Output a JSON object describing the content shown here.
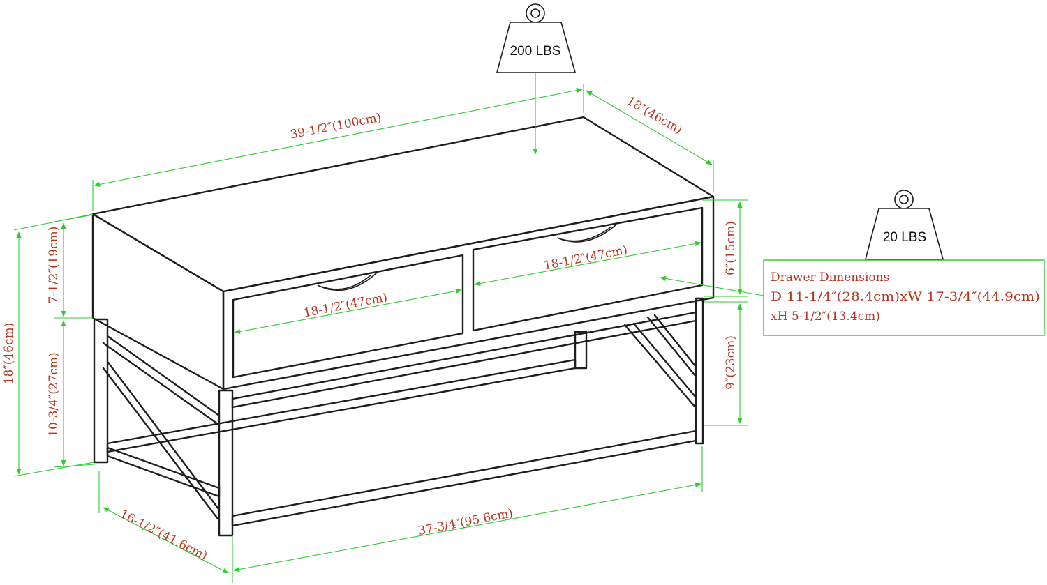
{
  "weights": {
    "table_top": "200 LBS",
    "drawer": "20 LBS"
  },
  "dimensions": {
    "top_width": "39-1/2″(100cm)",
    "top_depth": "18″(46cm)",
    "total_height": "18″(46cm)",
    "cabinet_height": "7-1/2″(19cm)",
    "leg_height": "10-3/4″(27cm)",
    "drawer_front_height": "6″(15cm)",
    "shelf_clearance": "9″(23cm)",
    "left_drawer_width": "18-1/2″(47cm)",
    "right_drawer_width": "18-1/2″(47cm)",
    "base_width": "37-3/4″(95.6cm)",
    "base_depth": "16-1/2″(41.6cm)"
  },
  "drawer_spec": {
    "title": "Drawer Dimensions",
    "line1": "D 11-1/4″(28.4cm)xW 17-3/4″(44.9cm)",
    "line2": "xH 5-1/2″(13.4cm)"
  },
  "colors": {
    "dimension_line": "#2ecc2e",
    "dimension_text": "#b8341f",
    "outline": "#1e1e1e"
  }
}
